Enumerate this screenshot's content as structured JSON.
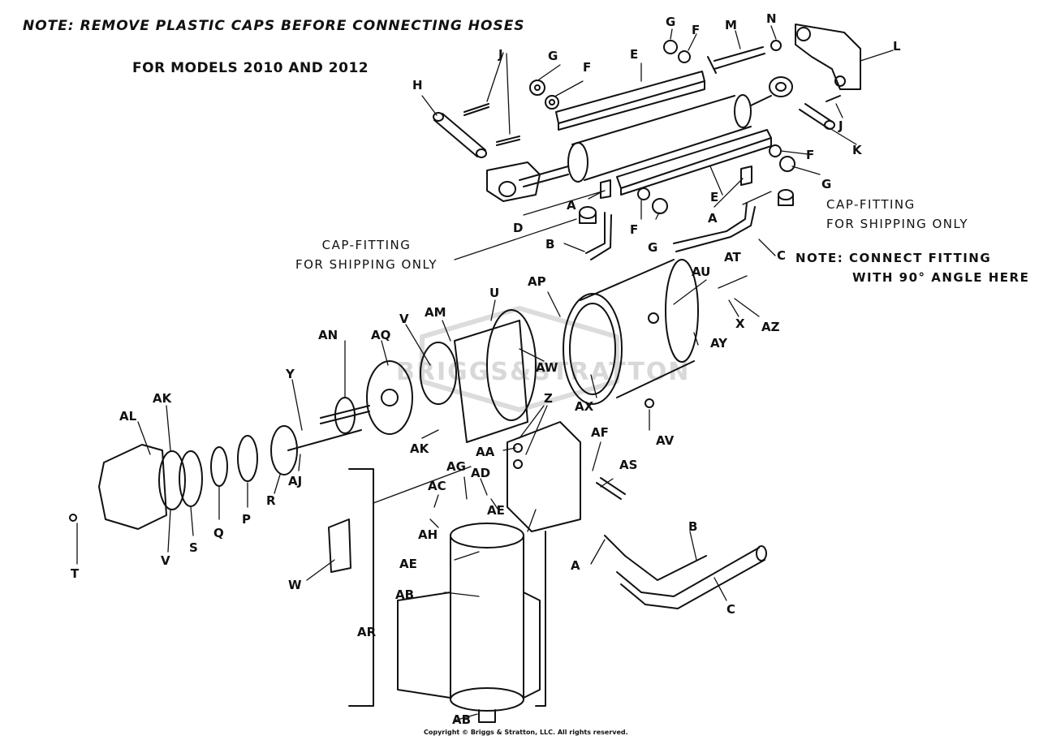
{
  "header": {
    "note": "NOTE: REMOVE PLASTIC CAPS BEFORE CONNECTING HOSES",
    "models": "FOR MODELS 2010 AND 2012"
  },
  "callouts": {
    "cap_fitting_right_line1": "CAP-FITTING",
    "cap_fitting_right_line2": "FOR SHIPPING ONLY",
    "cap_fitting_left_line1": "CAP-FITTING",
    "cap_fitting_left_line2": "FOR SHIPPING ONLY",
    "connect_note_line1": "NOTE: CONNECT FITTING",
    "connect_note_line2": "WITH 90° ANGLE HERE"
  },
  "watermark": "BRIGGS&STRATTON",
  "part_labels": [
    "N",
    "M",
    "G",
    "F",
    "E",
    "G",
    "F",
    "J",
    "H",
    "L",
    "J",
    "K",
    "F",
    "G",
    "E",
    "A",
    "D",
    "A",
    "F",
    "G",
    "B",
    "C",
    "AU",
    "AT",
    "AP",
    "U",
    "AM",
    "AQ",
    "V",
    "AN",
    "Y",
    "AW",
    "AX",
    "AY",
    "X",
    "AZ",
    "AK",
    "AL",
    "Z",
    "AV",
    "AK",
    "AJ",
    "R",
    "P",
    "Q",
    "S",
    "V",
    "T",
    "AA",
    "AF",
    "AS",
    "AG",
    "AD",
    "AC",
    "AE",
    "AH",
    "AE",
    "AB",
    "W",
    "AR",
    "AB",
    "A",
    "B",
    "C"
  ],
  "copyright": "Copyright © Briggs & Stratton, LLC. All rights reserved."
}
